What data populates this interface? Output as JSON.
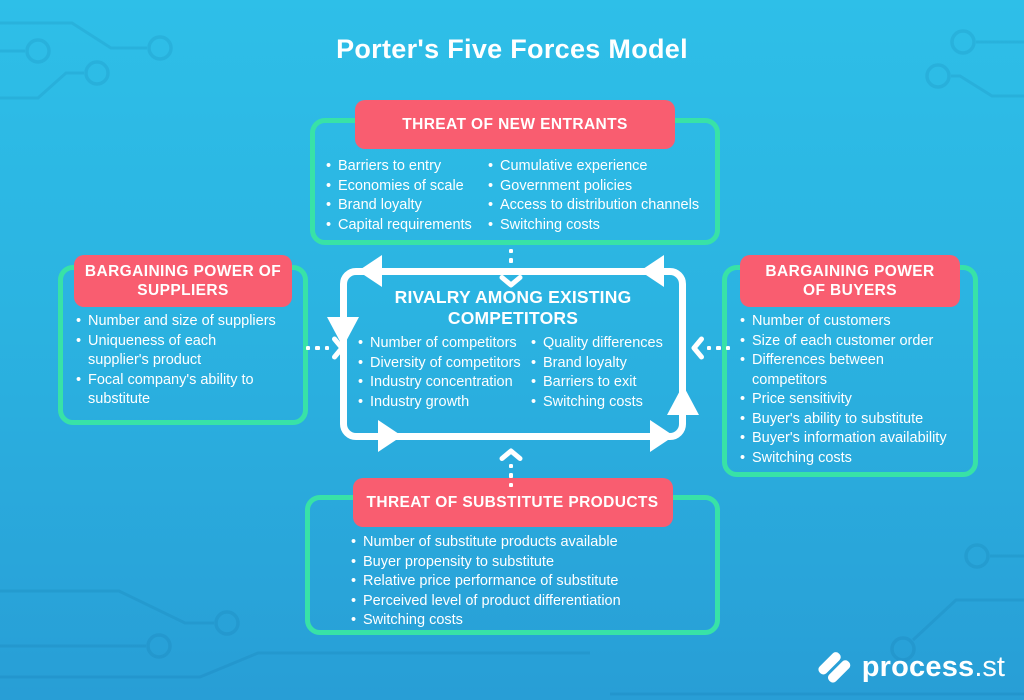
{
  "title": "Porter's Five Forces Model",
  "forces": {
    "new_entrants": {
      "label": "THREAT OF NEW ENTRANTS",
      "items_col1": [
        "Barriers to entry",
        "Economies of scale",
        "Brand loyalty",
        "Capital requirements"
      ],
      "items_col2": [
        "Cumulative experience",
        "Government policies",
        "Access to distribution channels",
        "Switching costs"
      ]
    },
    "suppliers": {
      "label": "BARGAINING POWER OF\nSUPPLIERS",
      "items": [
        "Number and size of suppliers",
        "Uniqueness of each\nsupplier's product",
        "Focal company's ability to\nsubstitute"
      ]
    },
    "buyers": {
      "label": "BARGAINING POWER\nOF BUYERS",
      "items": [
        "Number of customers",
        "Size of each customer order",
        "Differences between\ncompetitors",
        "Price sensitivity",
        "Buyer's ability to substitute",
        "Buyer's information availability",
        "Switching costs"
      ]
    },
    "rivalry": {
      "label": "RIVALRY AMONG EXISTING COMPETITORS",
      "items_col1": [
        "Number of competitors",
        "Diversity of competitors",
        "Industry concentration",
        "Industry growth"
      ],
      "items_col2": [
        "Quality differences",
        "Brand loyalty",
        "Barriers to exit",
        "Switching costs"
      ]
    },
    "substitutes": {
      "label": "THREAT OF SUBSTITUTE PRODUCTS",
      "items": [
        "Number of substitute products available",
        "Buyer propensity to substitute",
        "Relative price performance of substitute",
        "Perceived level of product differentiation",
        "Switching costs"
      ]
    }
  },
  "logo": {
    "name": "process",
    "suffix": ".st"
  },
  "colors": {
    "accent-pink": "#F95D70",
    "accent-green": "#38E2A7",
    "bg-top": "#2EBFE8",
    "bg-bottom": "#289ED6",
    "text": "#FFFFFF"
  }
}
